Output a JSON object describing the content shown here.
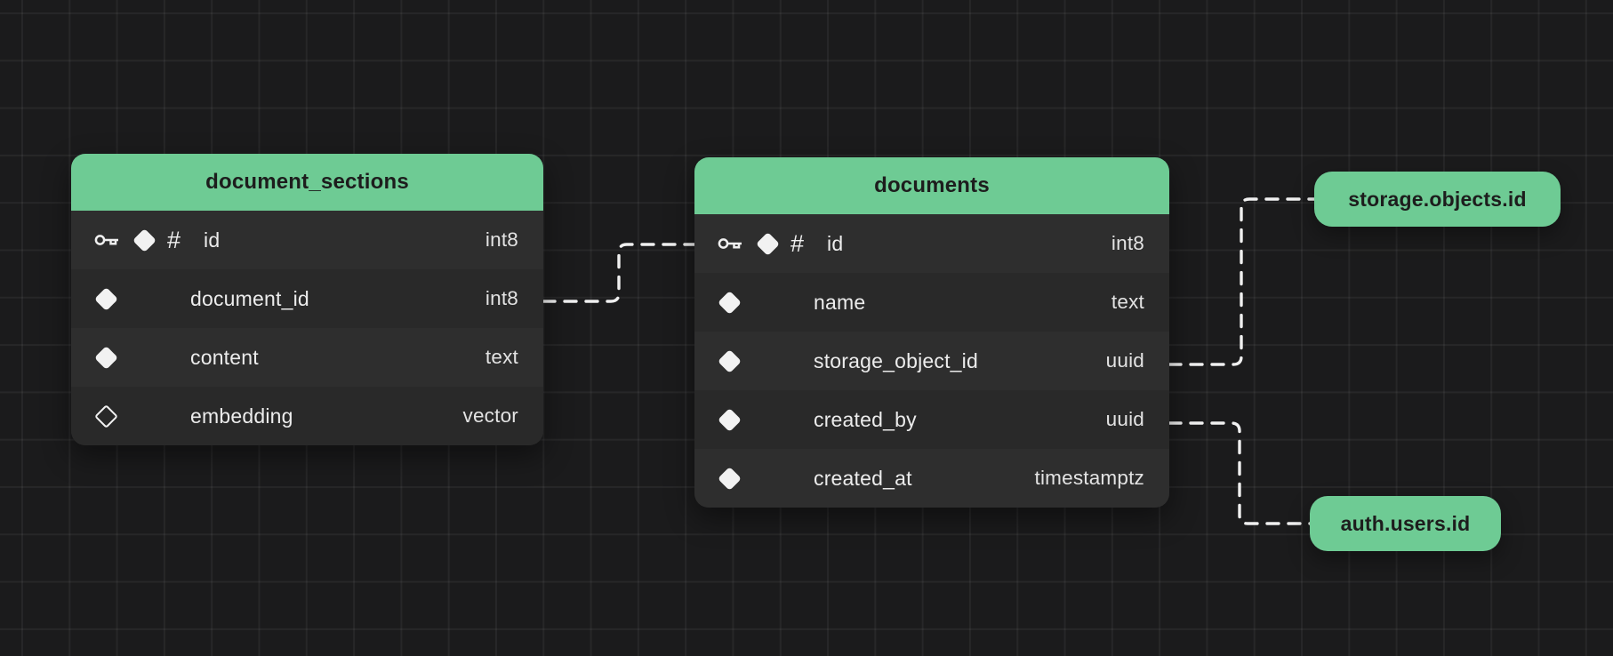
{
  "colors": {
    "background": "#1b1b1c",
    "grid_line": "#29292a",
    "accent_green": "#6ecb94",
    "header_text": "#1d1d1d",
    "row_light": "#2e2e2e",
    "row_dark": "#292929",
    "column_text": "#ececec",
    "type_text": "#e3e3e3",
    "connector": "#f0f0f0"
  },
  "icons": {
    "hash_glyph": "#"
  },
  "tables": [
    {
      "name": "document_sections",
      "columns": [
        {
          "name": "id",
          "type": "int8",
          "primary_key": true,
          "nullable": false
        },
        {
          "name": "document_id",
          "type": "int8",
          "primary_key": false,
          "nullable": false
        },
        {
          "name": "content",
          "type": "text",
          "primary_key": false,
          "nullable": false
        },
        {
          "name": "embedding",
          "type": "vector",
          "primary_key": false,
          "nullable": true
        }
      ]
    },
    {
      "name": "documents",
      "columns": [
        {
          "name": "id",
          "type": "int8",
          "primary_key": true,
          "nullable": false
        },
        {
          "name": "name",
          "type": "text",
          "primary_key": false,
          "nullable": false
        },
        {
          "name": "storage_object_id",
          "type": "uuid",
          "primary_key": false,
          "nullable": false
        },
        {
          "name": "created_by",
          "type": "uuid",
          "primary_key": false,
          "nullable": false
        },
        {
          "name": "created_at",
          "type": "timestamptz",
          "primary_key": false,
          "nullable": false
        }
      ]
    }
  ],
  "external_refs": [
    {
      "label": "storage.objects.id"
    },
    {
      "label": "auth.users.id"
    }
  ],
  "relationships": [
    {
      "from": "document_sections.document_id",
      "to": "documents.id"
    },
    {
      "from": "documents.storage_object_id",
      "to": "storage.objects.id"
    },
    {
      "from": "documents.created_by",
      "to": "auth.users.id"
    }
  ]
}
